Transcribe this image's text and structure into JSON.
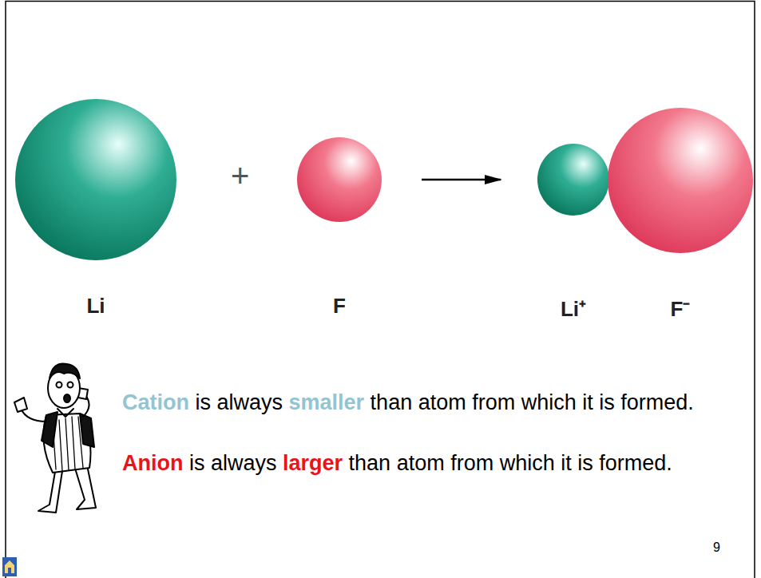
{
  "diagram": {
    "nodes": [
      {
        "text": [
          "Li"
        ]
      },
      {
        "text": [
          "F"
        ]
      },
      {
        "text": [
          "Li⁺"
        ]
      },
      {
        "text": [
          "F⁻"
        ]
      }
    ],
    "edges": [
      {
        "from": 1,
        "to": 2,
        "arrow": "to"
      }
    ],
    "labels": [
      "+",
      "Cation is always smaller than atom from which it is formed.",
      "Anion is always larger than atom from which it is formed.",
      "9"
    ]
  }
}
